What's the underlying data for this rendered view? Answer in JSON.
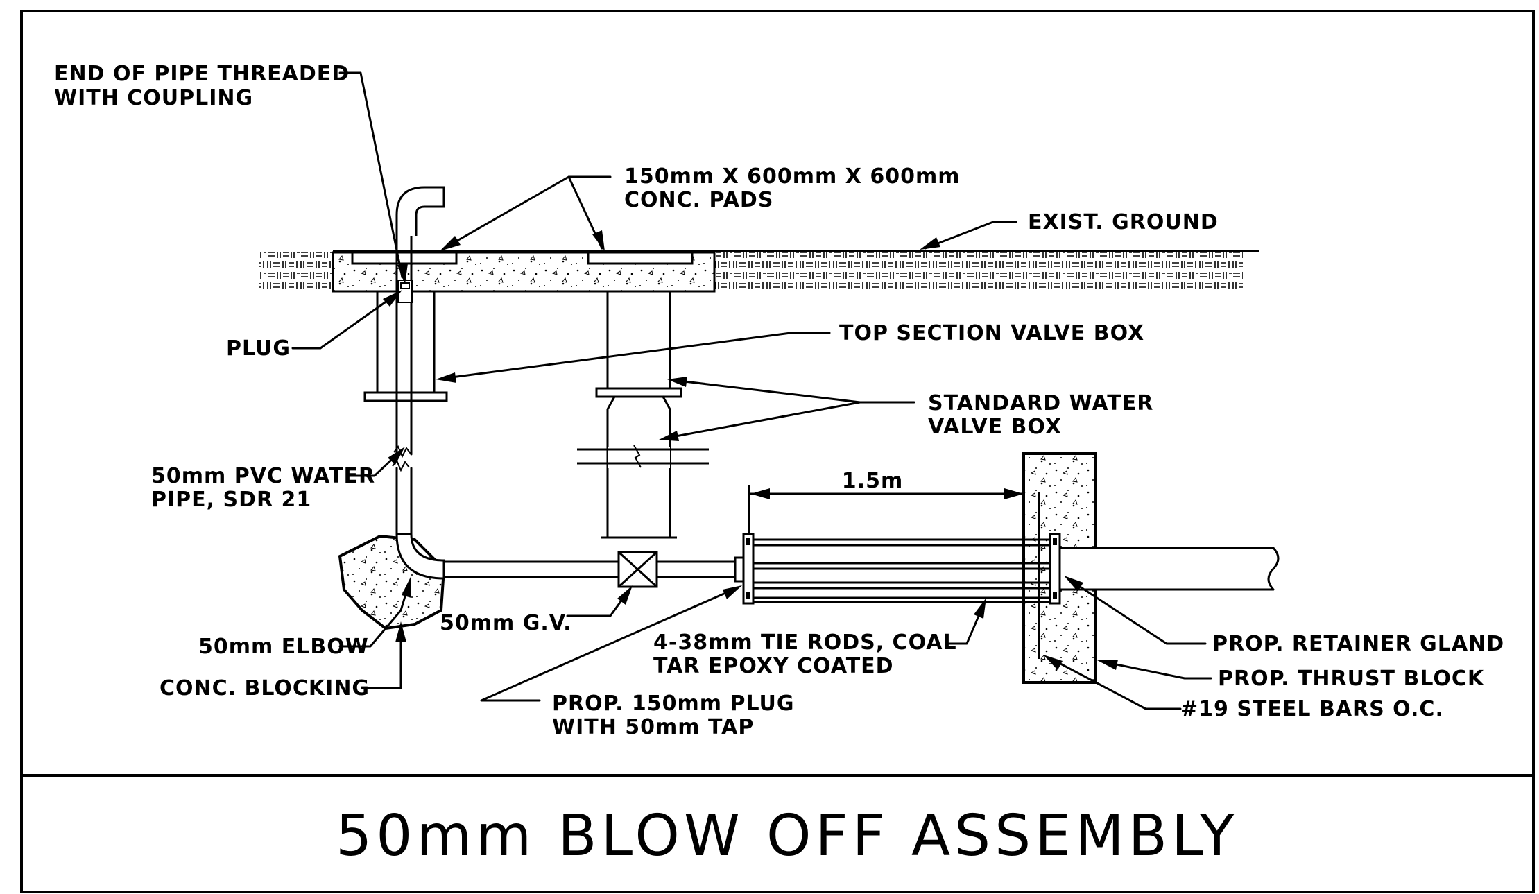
{
  "title": "50mm BLOW OFF ASSEMBLY",
  "dimension": {
    "value": "1.5m"
  },
  "labels": {
    "end_of_pipe": [
      "END OF PIPE THREADED",
      "WITH COUPLING"
    ],
    "conc_pads": [
      "150mm X 600mm X 600mm",
      "CONC. PADS"
    ],
    "exist_ground": [
      "EXIST. GROUND"
    ],
    "plug": [
      "PLUG"
    ],
    "top_section_valve_box": [
      "TOP SECTION VALVE BOX"
    ],
    "standard_valve_box": [
      "STANDARD WATER",
      "VALVE BOX"
    ],
    "pvc_pipe": [
      "50mm PVC WATER",
      "PIPE, SDR 21"
    ],
    "gate_valve": [
      "50mm G.V."
    ],
    "elbow": [
      "50mm ELBOW"
    ],
    "conc_blocking": [
      "CONC. BLOCKING"
    ],
    "tie_rods": [
      "4-38mm TIE RODS, COAL",
      "TAR EPOXY COATED"
    ],
    "prop_plug": [
      "PROP. 150mm PLUG",
      "WITH 50mm TAP"
    ],
    "retainer_gland": [
      "PROP. RETAINER GLAND"
    ],
    "thrust_block": [
      "PROP. THRUST BLOCK"
    ],
    "steel_bars": [
      "#19 STEEL BARS O.C."
    ]
  }
}
